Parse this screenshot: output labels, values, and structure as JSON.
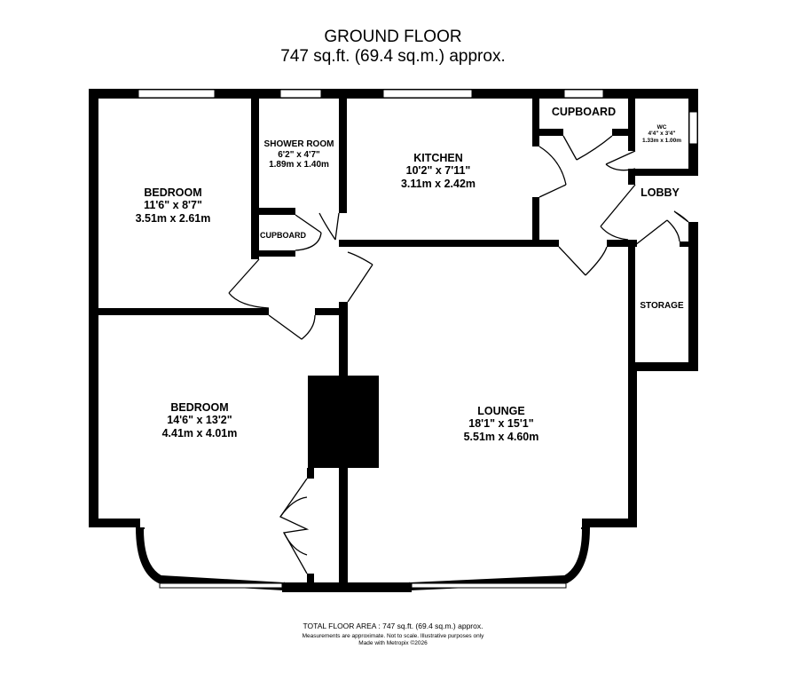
{
  "header": {
    "title": "GROUND FLOOR",
    "subtitle": "747 sq.ft. (69.4 sq.m.) approx."
  },
  "rooms": {
    "bedroom_1": {
      "name": "BEDROOM",
      "imperial": "11'6\"  x 8'7\"",
      "metric": "3.51m  x 2.61m"
    },
    "shower_room": {
      "name": "SHOWER ROOM",
      "imperial": "6'2\"  x 4'7\"",
      "metric": "1.89m  x 1.40m"
    },
    "kitchen": {
      "name": "KITCHEN",
      "imperial": "10'2\"  x 7'11\"",
      "metric": "3.11m  x 2.42m"
    },
    "cupboard_top": {
      "name": "CUPBOARD"
    },
    "wc": {
      "name": "WC",
      "imperial": "4'4\"  x 3'4\"",
      "metric": "1.33m  x 1.00m"
    },
    "lobby": {
      "name": "LOBBY"
    },
    "cupboard_small": {
      "name": "CUPBOARD"
    },
    "storage": {
      "name": "STORAGE"
    },
    "bedroom_2": {
      "name": "BEDROOM",
      "imperial": "14'6\"  x 13'2\"",
      "metric": "4.41m  x 4.01m"
    },
    "lounge": {
      "name": "LOUNGE",
      "imperial": "18'1\"  x 15'1\"",
      "metric": "5.51m  x 4.60m"
    }
  },
  "footer": {
    "total": "TOTAL FLOOR AREA : 747 sq.ft. (69.4 sq.m.) approx.",
    "disclaimer": "Measurements are approximate.  Not to scale.  Illustrative purposes only",
    "credit": "Made with Metropix ©2026"
  },
  "colors": {
    "wall": "#000000",
    "window": "#ffffff",
    "background": "#ffffff"
  }
}
